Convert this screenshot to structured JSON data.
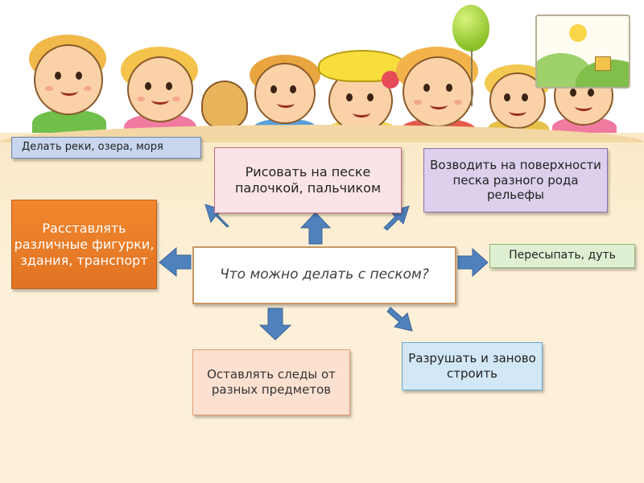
{
  "slide": {
    "center": "Что можно делать с песком?",
    "items": {
      "top": "Рисовать на песке палочкой, пальчиком",
      "top_left": "Делать реки, озера, моря",
      "top_right": "Возводить на поверхности песка разного рода рельефы",
      "left": "Расставлять различные фигурки, здания, транспорт",
      "right": "Пересыпать, дуть",
      "bottom": "Оставлять следы от разных предметов",
      "bottom_right": "Разрушать и заново строить"
    }
  },
  "colors": {
    "background": "#fdf0d8",
    "arrow": "#4f81bd",
    "left_box": "#f2872e"
  },
  "illustration": {
    "icons": [
      "children-group",
      "balloon-icon",
      "drawing-icon",
      "cat-icon",
      "sun-hat-icon"
    ]
  }
}
